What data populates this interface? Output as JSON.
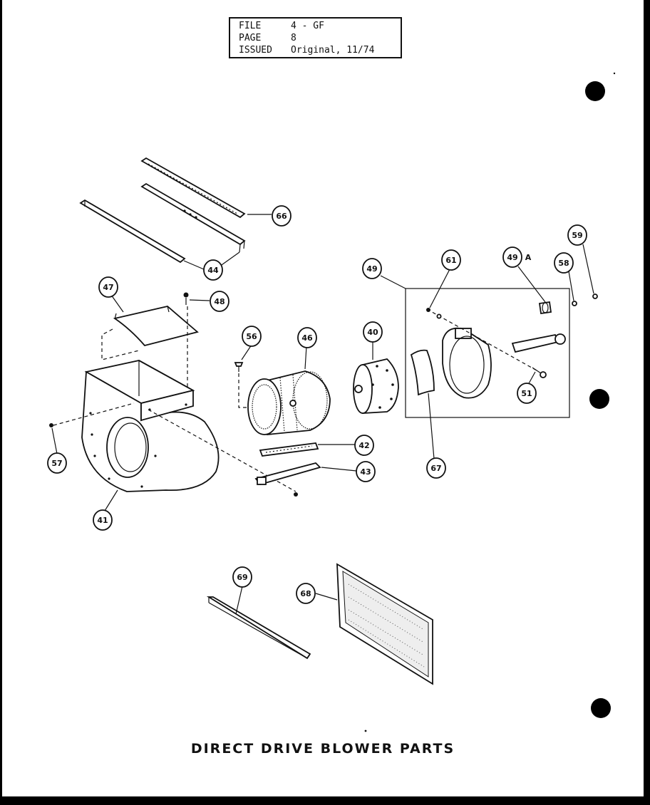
{
  "header": {
    "file_label": "FILE",
    "file_value": "4 - GF",
    "page_label": "PAGE",
    "page_value": "8",
    "issued_label": "ISSUED",
    "issued_value": "Original, 11/74"
  },
  "caption": "DIRECT DRIVE BLOWER PARTS",
  "callouts": {
    "c66": "66",
    "c44": "44",
    "c47": "47",
    "c48": "48",
    "c56": "56",
    "c46": "46",
    "c40": "40",
    "c49": "49",
    "c61": "61",
    "c49a": "49",
    "c49a_suffix": "A",
    "c58": "58",
    "c59": "59",
    "c51": "51",
    "c57": "57",
    "c42": "42",
    "c43": "43",
    "c67": "67",
    "c41": "41",
    "c69": "69",
    "c68": "68"
  }
}
